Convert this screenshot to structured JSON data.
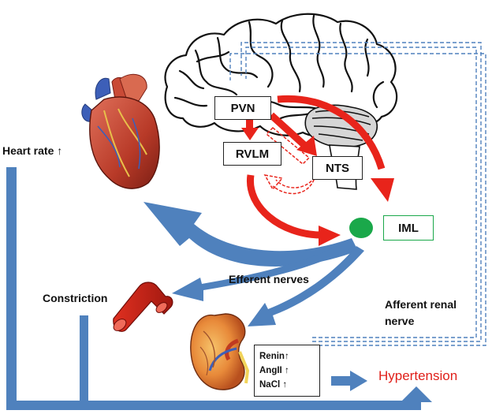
{
  "nodes": {
    "pvn": "PVN",
    "rvlm": "RVLM",
    "nts": "NTS",
    "iml": "IML"
  },
  "labels": {
    "heart_rate": "Heart rate ↑",
    "constriction": "Constriction",
    "efferent_nerves": "Efferent nerves",
    "afferent_renal_line1": "Afferent renal",
    "afferent_renal_line2": "nerve",
    "hypertension": "Hypertension"
  },
  "kidney_markers": [
    "Renin↑",
    "AngII ↑",
    "NaCl ↑"
  ],
  "colors": {
    "pathway_blue": "#4f81bd",
    "neural_red": "#e8241b",
    "iml_green": "#1aa84a",
    "hypertension_text": "#e0201a",
    "afferent_dashed": "#4f81bd"
  },
  "icons": [
    "brain-icon",
    "heart-icon",
    "blood-vessel-icon",
    "kidney-icon"
  ]
}
